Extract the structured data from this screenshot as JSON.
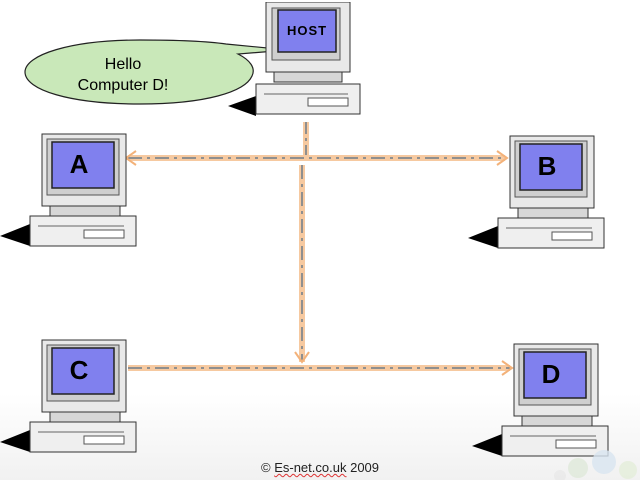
{
  "diagram": {
    "host_label": "HOST",
    "speech_bubble": {
      "line1": "Hello",
      "line2": "Computer D!"
    },
    "computers": {
      "a": "A",
      "b": "B",
      "c": "C",
      "d": "D"
    },
    "colors": {
      "screen": "#8080ee",
      "bubble": "#c8e6b8",
      "link_main": "#9a9a9a",
      "link_glow": "#f6c9a0",
      "case": "#eeeeee"
    }
  },
  "footer": {
    "copyright": "©",
    "domain": "Es-net.co.uk",
    "year": "2009"
  }
}
